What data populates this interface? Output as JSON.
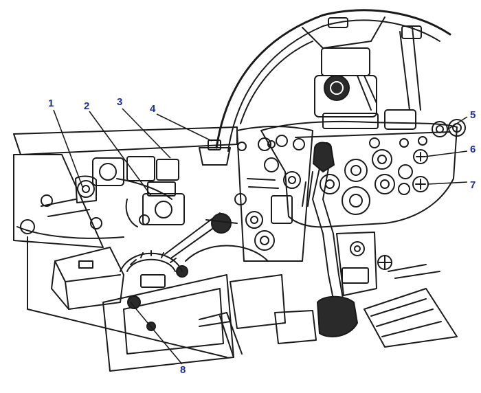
{
  "colors": {
    "ink": "#1a1a1a",
    "label": "#1f2f9a",
    "paper": "#ffffff",
    "shade": "#2a2a2a"
  },
  "callouts": [
    {
      "id": "1",
      "text": "1"
    },
    {
      "id": "2",
      "text": "2"
    },
    {
      "id": "3",
      "text": "3"
    },
    {
      "id": "4",
      "text": "4"
    },
    {
      "id": "5",
      "text": "5"
    },
    {
      "id": "6",
      "text": "6"
    },
    {
      "id": "7",
      "text": "7"
    },
    {
      "id": "8",
      "text": "8"
    }
  ]
}
